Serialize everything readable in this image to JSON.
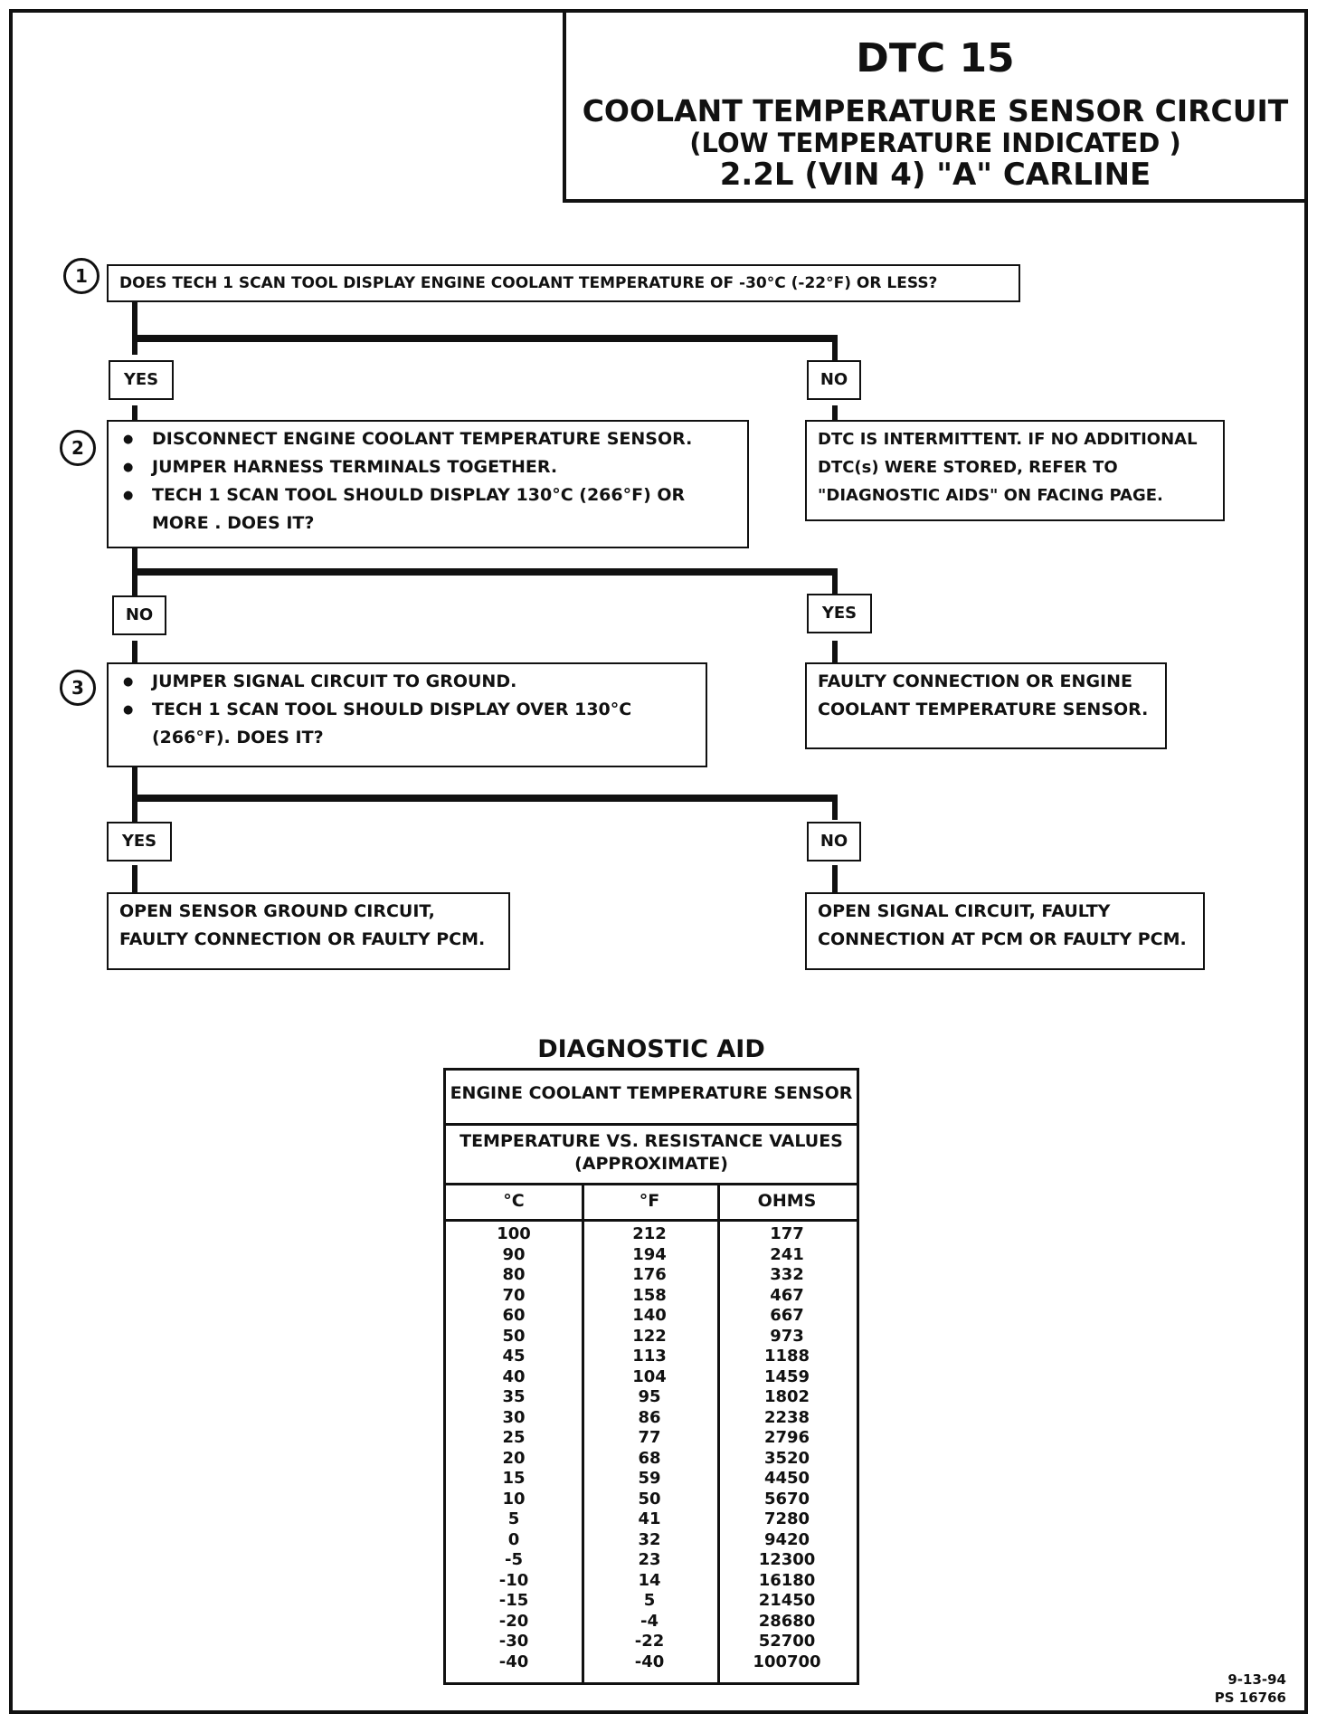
{
  "title": {
    "code": "DTC 15",
    "line1": "COOLANT TEMPERATURE SENSOR CIRCUIT",
    "line2": "(LOW TEMPERATURE INDICATED )",
    "line3": "2.2L (VIN 4) \"A\" CARLINE"
  },
  "steps": {
    "s1": {
      "number": "1",
      "question": "DOES TECH 1 SCAN TOOL DISPLAY ENGINE COOLANT TEMPERATURE OF -30°C (-22°F) OR LESS?",
      "yes_label": "YES",
      "no_label": "NO",
      "no_result": "DTC IS INTERMITTENT. IF NO ADDITIONAL DTC(s) WERE STORED, REFER TO \"DIAGNOSTIC AIDS\" ON FACING PAGE."
    },
    "s2": {
      "number": "2",
      "bullets": [
        "DISCONNECT ENGINE COOLANT TEMPERATURE SENSOR.",
        "JUMPER HARNESS TERMINALS TOGETHER.",
        "TECH 1 SCAN TOOL SHOULD DISPLAY 130°C (266°F) OR MORE . DOES IT?"
      ],
      "no_label": "NO",
      "yes_label": "YES",
      "yes_result": "FAULTY CONNECTION OR ENGINE COOLANT TEMPERATURE SENSOR."
    },
    "s3": {
      "number": "3",
      "bullets": [
        "JUMPER SIGNAL CIRCUIT TO GROUND.",
        "TECH 1 SCAN TOOL SHOULD DISPLAY OVER 130°C (266°F). DOES IT?"
      ],
      "yes_label": "YES",
      "no_label": "NO",
      "yes_result": "OPEN SENSOR GROUND CIRCUIT, FAULTY CONNECTION OR FAULTY PCM.",
      "no_result": "OPEN SIGNAL CIRCUIT, FAULTY CONNECTION AT PCM OR FAULTY PCM."
    }
  },
  "aid": {
    "title": "DIAGNOSTIC AID",
    "header1": "ENGINE COOLANT TEMPERATURE SENSOR",
    "header2": "TEMPERATURE VS. RESISTANCE VALUES",
    "header3": "(APPROXIMATE)",
    "columns": [
      "°C",
      "°F",
      "OHMS"
    ],
    "celsius": [
      "100",
      "90",
      "80",
      "70",
      "60",
      "50",
      "45",
      "40",
      "35",
      "30",
      "25",
      "20",
      "15",
      "10",
      "5",
      "0",
      "-5",
      "-10",
      "-15",
      "-20",
      "-30",
      "-40"
    ],
    "fahrenheit": [
      "212",
      "194",
      "176",
      "158",
      "140",
      "122",
      "113",
      "104",
      "95",
      "86",
      "77",
      "68",
      "59",
      "50",
      "41",
      "32",
      "23",
      "14",
      "5",
      "-4",
      "-22",
      "-40"
    ],
    "ohms": [
      "177",
      "241",
      "332",
      "467",
      "667",
      "973",
      "1188",
      "1459",
      "1802",
      "2238",
      "2796",
      "3520",
      "4450",
      "5670",
      "7280",
      "9420",
      "12300",
      "16180",
      "21450",
      "28680",
      "52700",
      "100700"
    ]
  },
  "footer": {
    "date": "9-13-94",
    "ref": "PS 16766"
  }
}
